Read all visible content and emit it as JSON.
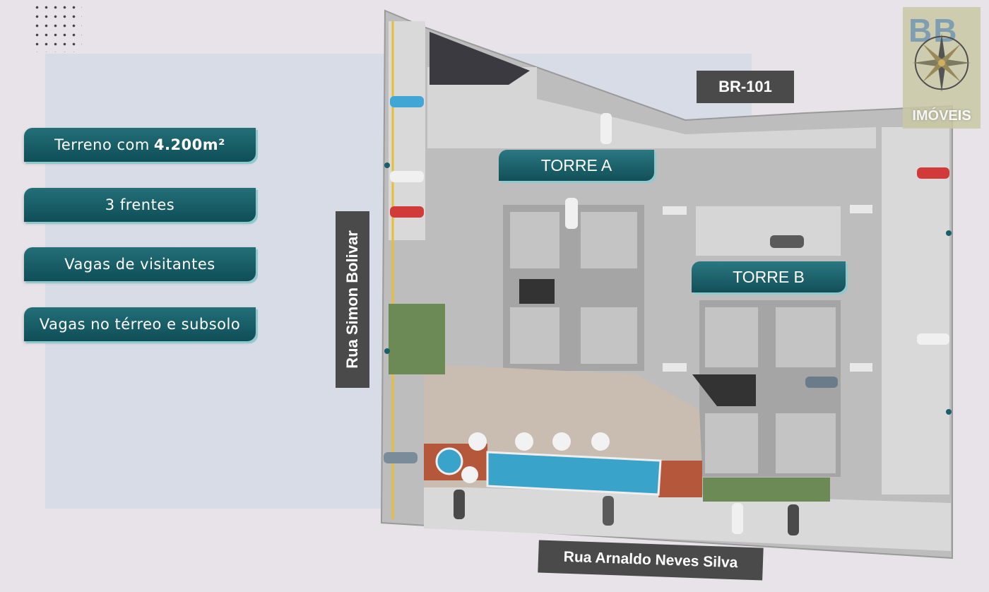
{
  "features": [
    {
      "text": "Terreno com",
      "bold": "4.200m²"
    },
    {
      "text": "3 frentes",
      "bold": ""
    },
    {
      "text": "Vagas de visitantes",
      "bold": ""
    },
    {
      "text": "Vagas no térreo e subsolo",
      "bold": ""
    }
  ],
  "streets": {
    "left": "Rua Simon Bolivar",
    "top": "BR-101",
    "bottom": "Rua Arnaldo Neves Silva"
  },
  "towers": {
    "a": "TORRE A",
    "b": "TORRE B"
  },
  "logo": {
    "letters": "BB",
    "name": "IMÓVEIS"
  },
  "colors": {
    "accent": "#1a5f68",
    "label_bg": "#4a4a4a",
    "pool": "#3aa3c9",
    "paving": "#c9bcb0"
  }
}
